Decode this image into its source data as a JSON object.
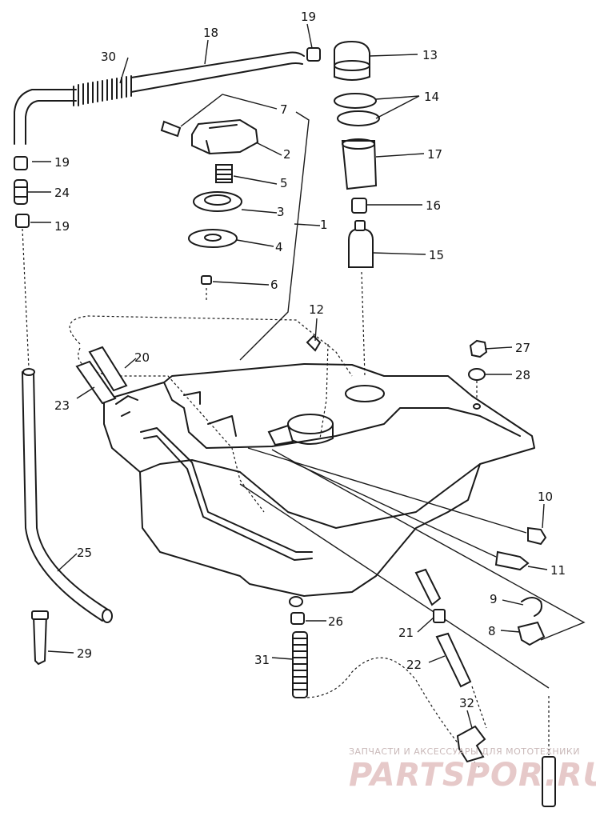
{
  "diagram": {
    "callouts": {
      "n1": "1",
      "n2": "2",
      "n3": "3",
      "n4": "4",
      "n5": "5",
      "n6": "6",
      "n7": "7",
      "n8": "8",
      "n9": "9",
      "n10": "10",
      "n11": "11",
      "n12": "12",
      "n13": "13",
      "n14": "14",
      "n15": "15",
      "n16": "16",
      "n17": "17",
      "n18": "18",
      "n19a": "19",
      "n19b": "19",
      "n19c": "19",
      "n20": "20",
      "n21": "21",
      "n22": "22",
      "n23": "23",
      "n24": "24",
      "n25": "25",
      "n26": "26",
      "n27": "27",
      "n28": "28",
      "n29": "29",
      "n30": "30",
      "n31": "31",
      "n32": "32"
    },
    "watermark": {
      "caption": "ЗАПЧАСТИ И АКСЕССУАРЫ ДЛЯ МОТОТЕХНИКИ",
      "logo": "PARTSPOR.RU"
    }
  }
}
